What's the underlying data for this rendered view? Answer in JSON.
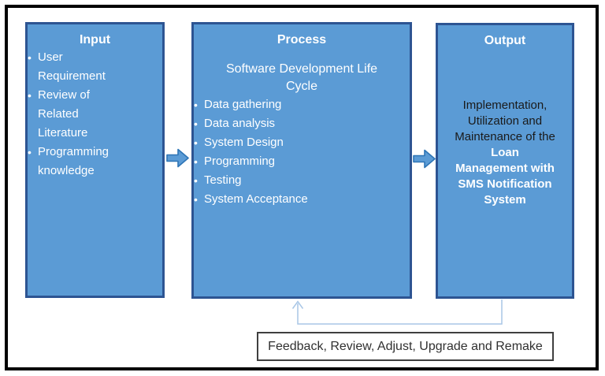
{
  "diagram": {
    "input": {
      "title": "Input",
      "bullets": [
        "User Requirement",
        "Review of Related Literature",
        "Programming knowledge"
      ]
    },
    "process": {
      "title": "Process",
      "subtitle": "Software Development Life Cycle",
      "bullets": [
        "Data gathering",
        "Data analysis",
        "System Design",
        "Programming",
        "Testing",
        "System Acceptance"
      ]
    },
    "output": {
      "title": "Output",
      "lines": [
        {
          "text": "Implementation,",
          "emphasis": false
        },
        {
          "text": "Utilization and",
          "emphasis": false
        },
        {
          "text": "Maintenance of the",
          "emphasis": false
        },
        {
          "text": "Loan",
          "emphasis": true
        },
        {
          "text": "Management with",
          "emphasis": true
        },
        {
          "text": "SMS Notification",
          "emphasis": true
        },
        {
          "text": "System",
          "emphasis": true
        }
      ]
    },
    "feedback": {
      "label": "Feedback, Review, Adjust, Upgrade and Remake"
    },
    "colors": {
      "box_fill": "#5b9bd5",
      "box_border": "#2d5492",
      "arrow_fill": "#5b9bd5",
      "arrow_outline": "#2e75b6",
      "feedback_line": "#a8c6e6",
      "frame": "#000000",
      "feedback_box_border": "#3f3f3f",
      "dark_text": "#1a1a1a",
      "light_text": "#ffffff"
    }
  }
}
